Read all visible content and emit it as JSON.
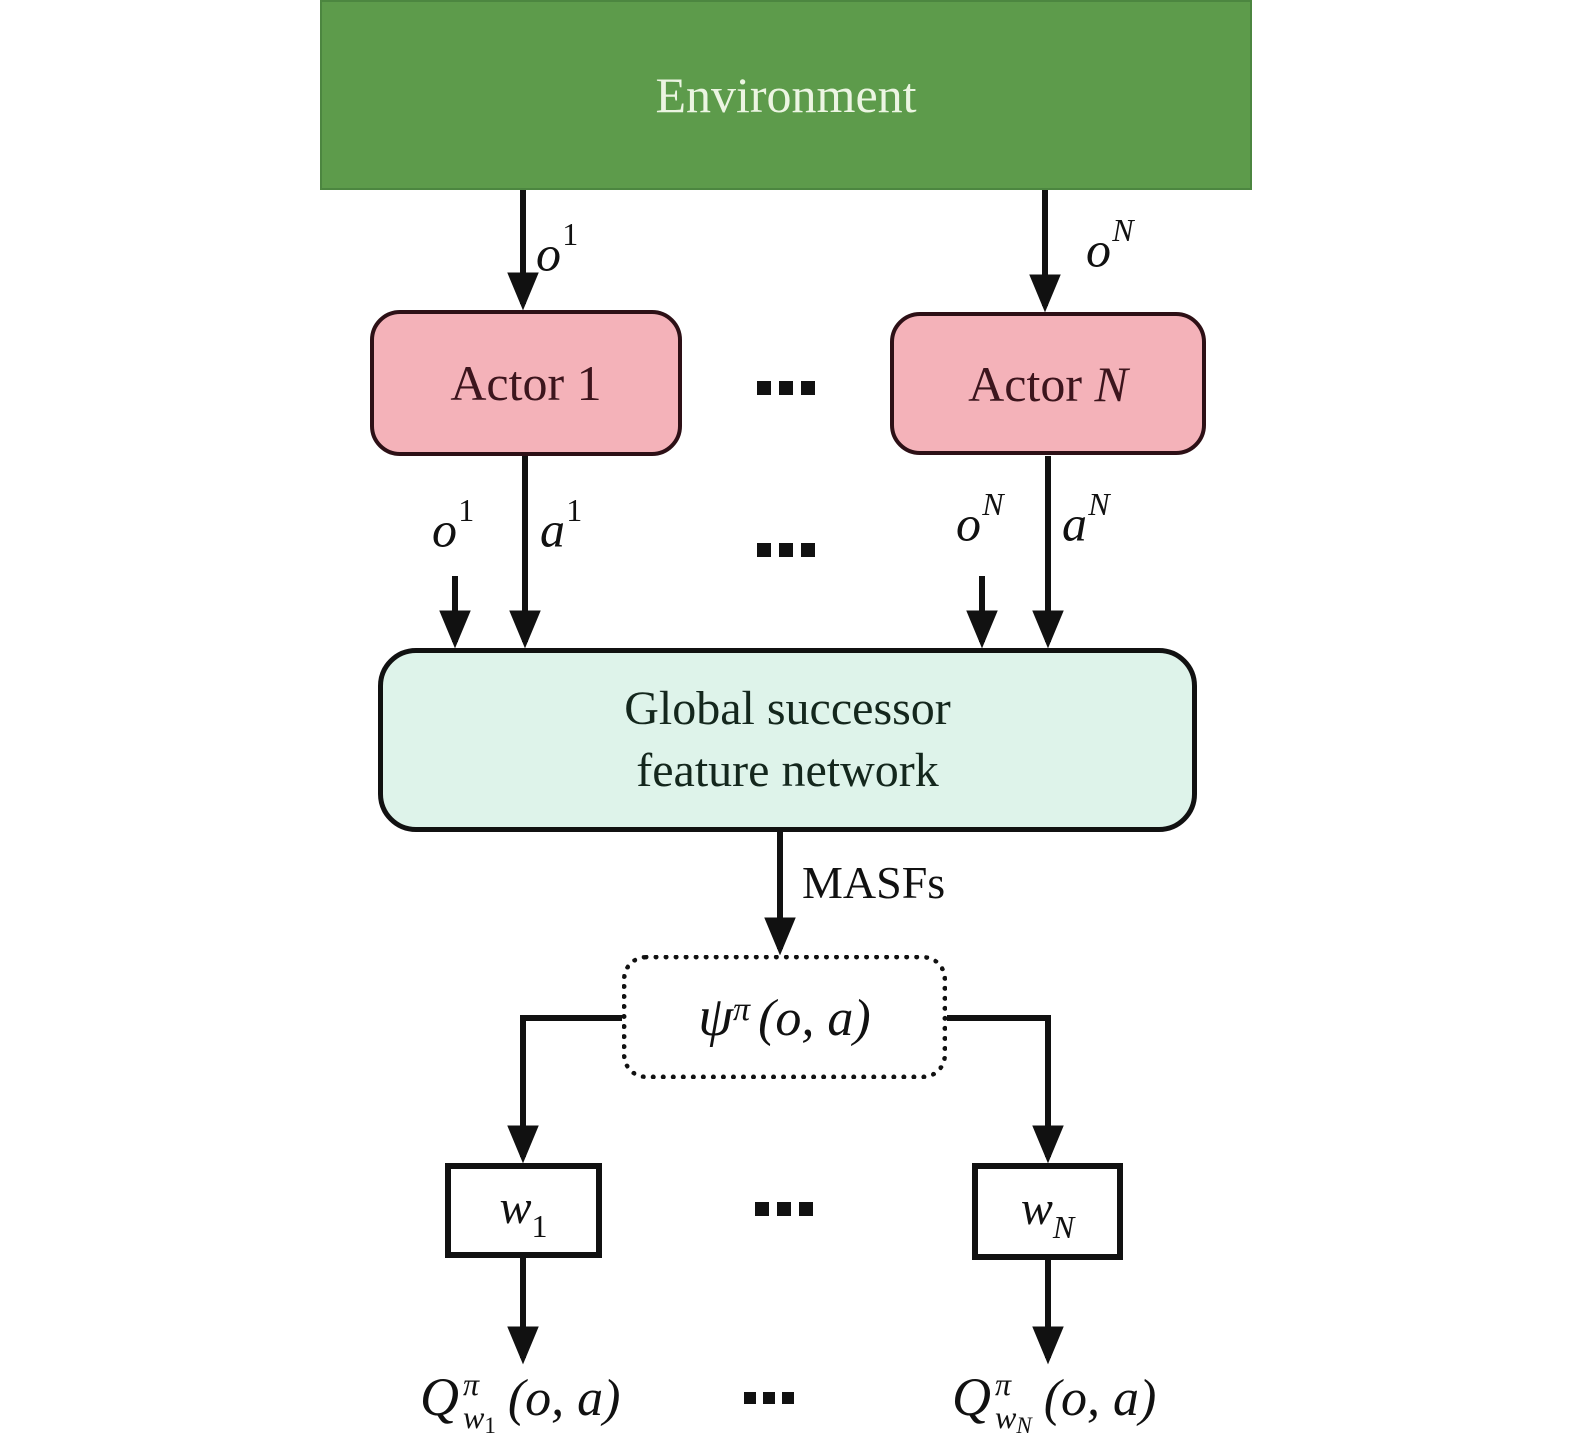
{
  "colors": {
    "environment_fill": "#5d9b4b",
    "environment_text": "#ecf5e2",
    "actor_fill": "#f4b2b9",
    "actor_border": "#2d1016",
    "actor_text": "#3c151d",
    "network_fill": "#def3ea",
    "network_text": "#14271d",
    "line": "#111111"
  },
  "nodes": {
    "environment": {
      "label": "Environment"
    },
    "actor_1": {
      "label": "Actor 1"
    },
    "actor_n": {
      "label_prefix": "Actor ",
      "label_var": "N"
    },
    "network": {
      "line1": "Global successor",
      "line2": "feature network"
    },
    "masf": {
      "var": "ψ",
      "sup": "π",
      "args": "(o, a)"
    },
    "w_1": {
      "var": "w",
      "sub": "1"
    },
    "w_n": {
      "var": "w",
      "sub": "N"
    }
  },
  "edge_labels": {
    "obs_1_env": {
      "var": "o",
      "sup": "1"
    },
    "obs_n_env": {
      "var": "o",
      "sup": "N"
    },
    "obs_1_in": {
      "var": "o",
      "sup": "1"
    },
    "act_1_in": {
      "var": "a",
      "sup": "1"
    },
    "obs_n_in": {
      "var": "o",
      "sup": "N"
    },
    "act_n_in": {
      "var": "a",
      "sup": "N"
    },
    "masfs": "MASFs"
  },
  "outputs": {
    "q_1": {
      "base": "Q",
      "sup": "π",
      "sub_var": "w",
      "sub_idx": "1",
      "args": "(o, a)"
    },
    "q_n": {
      "base": "Q",
      "sup": "π",
      "sub_var": "w",
      "sub_idx": "N",
      "args": "(o, a)"
    }
  }
}
